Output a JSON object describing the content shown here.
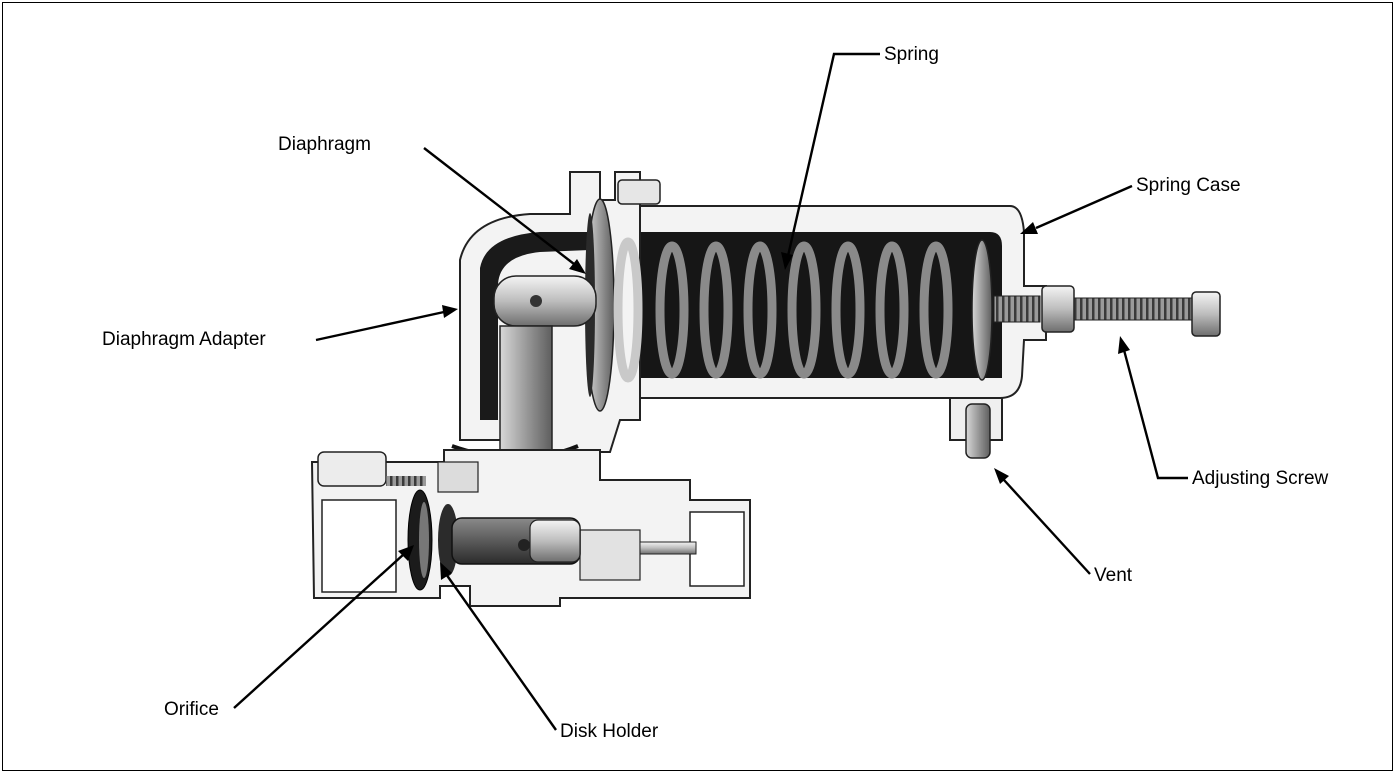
{
  "labels": {
    "spring": "Spring",
    "diaphragm": "Diaphragm",
    "spring_case": "Spring Case",
    "diaphragm_adapter": "Diaphragm Adapter",
    "adjusting_screw": "Adjusting Screw",
    "vent": "Vent",
    "orifice": "Orifice",
    "disk_holder": "Disk Holder"
  }
}
